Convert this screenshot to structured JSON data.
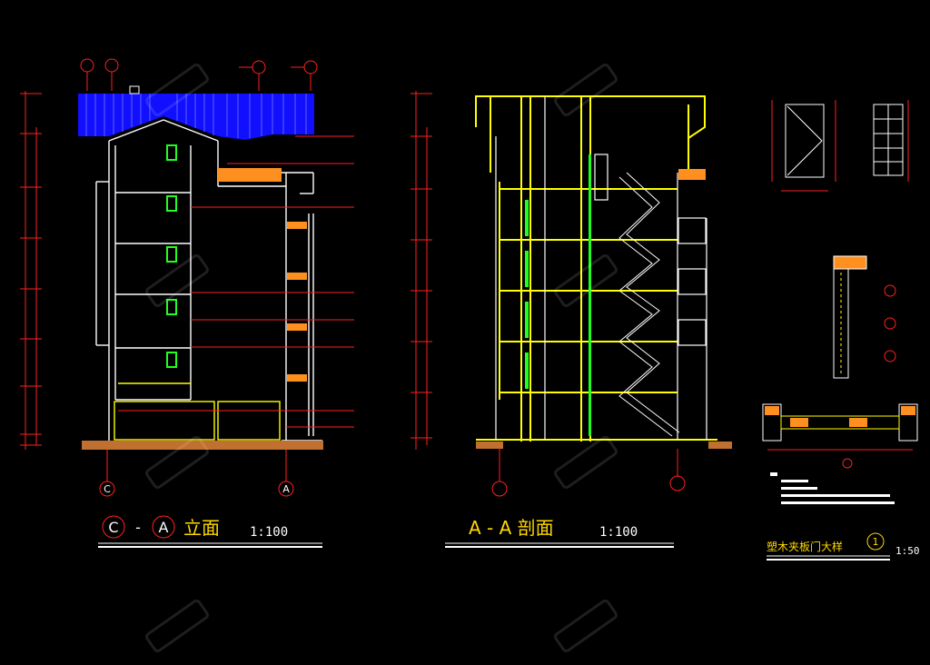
{
  "drawings": {
    "elevation": {
      "title_left_axis": "C",
      "title_dash": "-",
      "title_right_axis": "A",
      "title_text": "立面",
      "scale": "1:100",
      "axis_left": "C",
      "axis_right": "A"
    },
    "section": {
      "title": "A - A 剖面",
      "scale": "1:100"
    },
    "detail": {
      "title": "塑木夹板门大样",
      "index": "1",
      "scale": "1:50"
    }
  },
  "colors": {
    "background": "#000000",
    "wall": "#ffffff",
    "section_yellow": "#ffff00",
    "roof_blue": "#1010ff",
    "dimension_red": "#ff2020",
    "window_green": "#20ff20",
    "orange_fill": "#ff9020",
    "ground_brown": "#c07030",
    "title_yellow": "#ffd800"
  },
  "watermark": {
    "icon": "brand-watermark-icon"
  }
}
